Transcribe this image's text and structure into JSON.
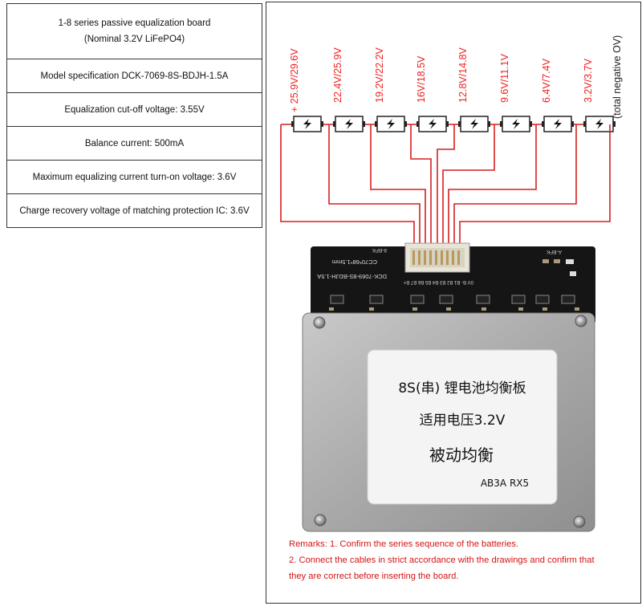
{
  "specs": [
    {
      "line1": "1-8 series passive equalization board",
      "line2": "(Nominal 3.2V LiFePO4)"
    },
    {
      "line1": "Model specification DCK-7069-8S-BDJH-1.5A"
    },
    {
      "line1": "Equalization cut-off voltage: 3.55V"
    },
    {
      "line1": "Balance current: 500mA"
    },
    {
      "line1": "Maximum equalizing current turn-on voltage: 3.6V"
    },
    {
      "line1": "Charge recovery voltage of matching protection IC: 3.6V"
    }
  ],
  "wires": [
    {
      "label": "+ 25.9V/29.6V"
    },
    {
      "label": "22.4V/25.9V"
    },
    {
      "label": "19.2V/22.2V"
    },
    {
      "label": "16V/18.5V"
    },
    {
      "label": "12.8V/14.8V"
    },
    {
      "label": "9.6V/11.1V"
    },
    {
      "label": "6.4V/7.4V"
    },
    {
      "label": "3.2V/3.7V"
    },
    {
      "label": "(total negative OV)"
    }
  ],
  "board": {
    "pcb_text1": "CC70*68*1.5mm",
    "pcb_text2": "DCK-7069-8S-BDJH-1.5A",
    "pcb_text3": "8-BFK",
    "pcb_text4": "A-BFK",
    "pins": "0V B- B1 B2 B3 B4 B5 B6 B7 B+",
    "label_line1": "8S(串) 锂电池均衡板",
    "label_line2": "适用电压3.2V",
    "label_line3": "被动均衡",
    "label_line4": "AB3A RX5"
  },
  "remarks": {
    "line1": "Remarks: 1. Confirm the series sequence of the batteries.",
    "line2": "2. Connect the cables in strict accordance with the drawings and confirm that",
    "line3": "they are correct before inserting the board."
  },
  "colors": {
    "wire": "#d61f1f",
    "board": "#151515",
    "heatsink": "#b4b4b4"
  }
}
